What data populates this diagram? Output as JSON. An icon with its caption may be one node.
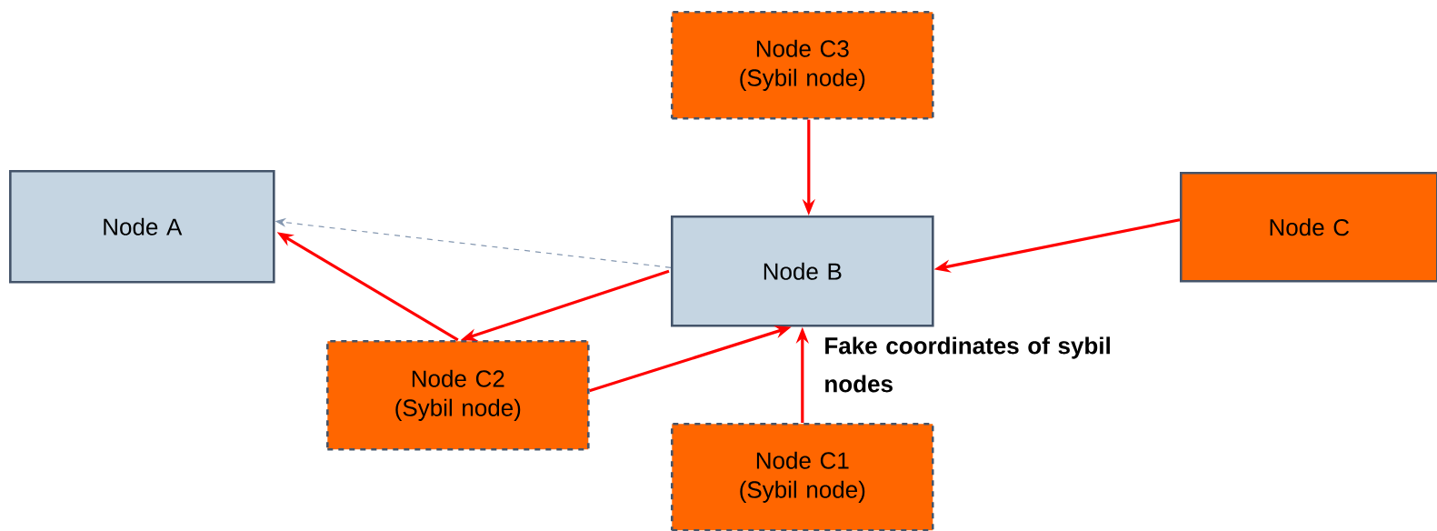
{
  "diagram": {
    "nodes": [
      {
        "text": [
          "Node C3 (Sybil node)"
        ]
      },
      {
        "text": [
          "Node A"
        ]
      },
      {
        "text": [
          "Node B"
        ]
      },
      {
        "text": [
          "Node C"
        ]
      },
      {
        "text": [
          "Node C2 (Sybil node)"
        ]
      },
      {
        "text": [
          "Node C1 (Sybil node)"
        ]
      }
    ],
    "edges": [
      {
        "from": 0,
        "to": 2,
        "arrow": "to"
      },
      {
        "from": 3,
        "to": 2,
        "arrow": "to"
      },
      {
        "from": 2,
        "to": 1,
        "arrow": "to",
        "style": "dashed",
        "color": "#8497b0"
      },
      {
        "from": 2,
        "to": 4,
        "arrow": "to"
      },
      {
        "from": 4,
        "to": 1,
        "arrow": "to"
      },
      {
        "from": 4,
        "to": 2,
        "arrow": "to"
      },
      {
        "from": 5,
        "to": 2,
        "arrow": "to"
      }
    ],
    "labels": [
      "Fake coordinates of sybil nodes"
    ]
  }
}
